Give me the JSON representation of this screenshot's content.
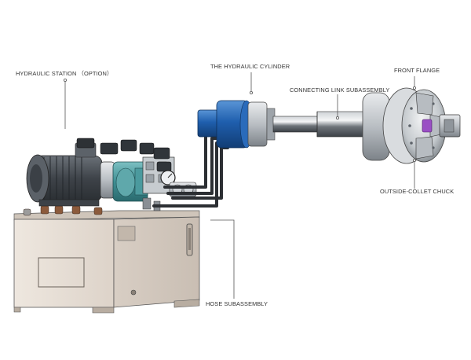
{
  "labels": {
    "hydraulic_station": "HYDRAULIC STATION （OPTION）",
    "hydraulic_cylinder": "THE HYDRAULIC CYLINDER",
    "connecting_link": "CONNECTING LINK SUBASSEMBLY",
    "front_flange": "FRONT FLANGE",
    "outside_collet_chuck": "OUTSIDE-COLLET CHUCK",
    "hose_subassembly": "HOSE SUBASSEMBLY"
  },
  "colors": {
    "cylinder_blue": "#1f5fae",
    "pump_teal": "#3f8f94",
    "tank_beige": "#e8e0d8",
    "motor_gray": "#4a4f55",
    "hose_dark": "#2c2f33"
  }
}
